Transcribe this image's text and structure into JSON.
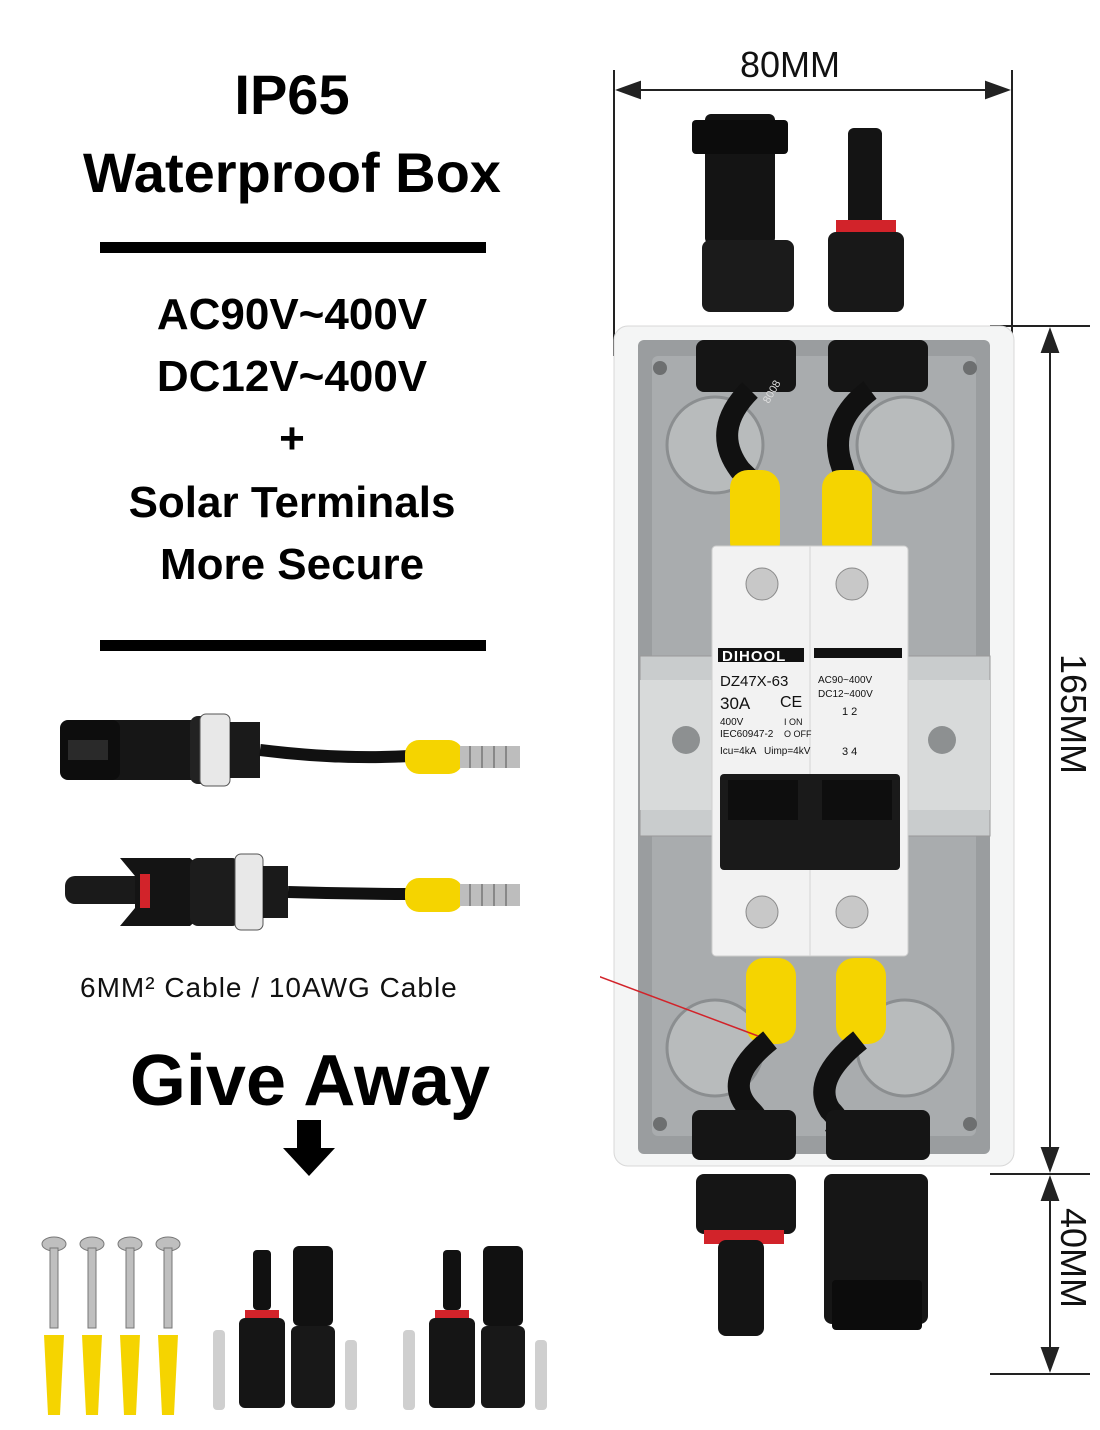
{
  "title": {
    "line1": "IP65",
    "line2": "Waterproof Box"
  },
  "specs": {
    "ac": "AC90V~400V",
    "dc": "DC12V~400V",
    "plus": "+",
    "terminals": "Solar Terminals",
    "secure": "More Secure"
  },
  "cable_label": "6MM² Cable / 10AWG Cable",
  "give_away": "Give Away",
  "dimensions": {
    "width": "80MM",
    "height": "165MM",
    "connector": "40MM"
  },
  "breaker": {
    "brand": "DIHOOL",
    "model": "DZ47X-63",
    "rating": "30A",
    "ce": "CE",
    "voltage": "400V",
    "standard": "IEC60947-2",
    "icu": "Icu=4kA",
    "uimp": "Uimp=4kV",
    "on": "I ON",
    "off": "O OFF",
    "ac_range": "AC90~400V",
    "dc_range": "DC12~400V",
    "poles_top": "1 2",
    "poles_bottom": "3 4",
    "cable_print": "8008"
  },
  "colors": {
    "accent_yellow": "#f5d400",
    "box_grey": "#9a9d9f",
    "connector_black": "#141414",
    "seal_red": "#d2232a"
  }
}
